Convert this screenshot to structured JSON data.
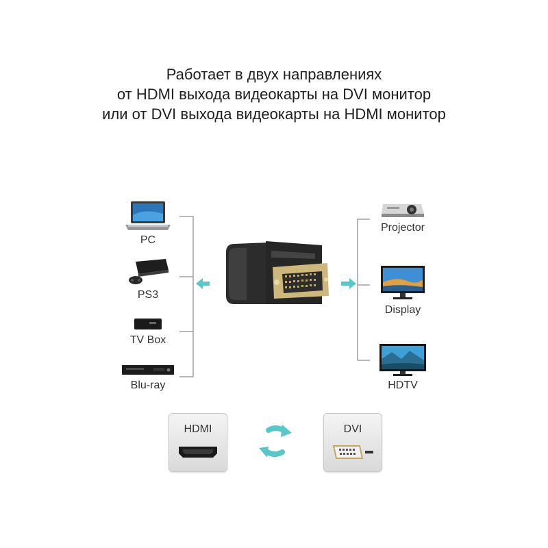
{
  "headline": {
    "line1": "Работает в двух направлениях",
    "line2": "от HDMI выхода видеокарты на DVI монитор",
    "line3": "или от DVI выхода видеокарты на HDMI монитор"
  },
  "sources": [
    {
      "label": "PC",
      "icon": "laptop-icon"
    },
    {
      "label": "PS3",
      "icon": "game-console-icon"
    },
    {
      "label": "TV Box",
      "icon": "tv-box-icon"
    },
    {
      "label": "Blu-ray",
      "icon": "blu-ray-player-icon"
    }
  ],
  "displays": [
    {
      "label": "Projector",
      "icon": "projector-icon"
    },
    {
      "label": "Display",
      "icon": "monitor-icon"
    },
    {
      "label": "HDTV",
      "icon": "tv-icon"
    }
  ],
  "ports": {
    "hdmi_label": "HDMI",
    "dvi_label": "DVI"
  },
  "colors": {
    "accent_arrow": "#59c6c9",
    "connector_line": "#9a9a9a",
    "adapter_body": "#2c2c2c",
    "gold_pins": "#c9b37a"
  }
}
